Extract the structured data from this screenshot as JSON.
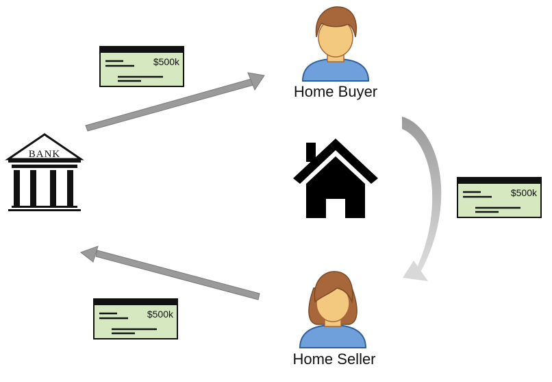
{
  "bank": {
    "label": "BANK"
  },
  "buyer": {
    "label": "Home Buyer"
  },
  "seller": {
    "label": "Home Seller"
  },
  "checks": [
    {
      "amount": "$500k"
    },
    {
      "amount": "$500k"
    },
    {
      "amount": "$500k"
    }
  ],
  "colors": {
    "check_fill": "#d5e8c0",
    "check_header": "#111111",
    "arrow": "#9a9a9a",
    "skin": "#f2c97e",
    "hair": "#a8673a",
    "shirt": "#6fa0dc",
    "house": "#000000"
  },
  "icons": [
    "bank-icon",
    "house-icon",
    "buyer-person-icon",
    "seller-person-icon"
  ]
}
